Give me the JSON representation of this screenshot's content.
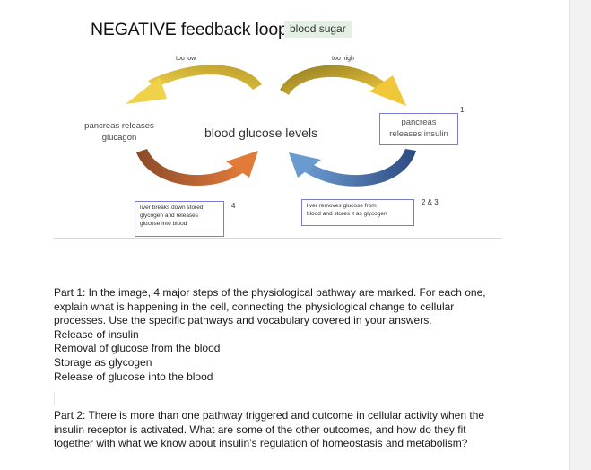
{
  "diagram": {
    "title": "NEGATIVE feedback loops:",
    "title_tag": "blood sugar",
    "too_low": "too low",
    "too_high": "too high",
    "pancreas_glucagon": [
      "pancreas releases",
      "glucagon"
    ],
    "center_label": "blood glucose levels",
    "pancreas_insulin": [
      "pancreas",
      "releases insulin"
    ],
    "liver_breaks_down": [
      "liver breaks down stored",
      "glycogen and releases",
      "glucose into blood"
    ],
    "liver_removes": [
      "liver removes glucose from",
      "blood and stores it as glycogen"
    ],
    "step_1": "1",
    "step_2_3": "2  &  3",
    "step_4": "4",
    "colors": {
      "top_left_arrow": "#e2c23c",
      "top_right_arrow": "#e0b830",
      "bottom_left_arrow": "#c86a3a",
      "bottom_right_arrow": "#4a6fa5",
      "box_border": "#7b7bd0",
      "tag_bg": "#e4f0e4"
    }
  },
  "part1": {
    "lines": [
      "Part 1: In the image, 4 major steps of the physiological pathway are marked. For each one,",
      "explain what is happening in the cell, connecting the physiological change to cellular",
      "processes. Use the specific pathways and vocabulary covered in your answers."
    ],
    "steps": [
      "Release of insulin",
      "Removal of glucose from the blood",
      "Storage as glycogen",
      "Release of glucose into the blood"
    ]
  },
  "part2": {
    "lines": [
      "Part 2: There is more than one pathway triggered and outcome in cellular activity when the",
      "insulin receptor is activated. What are some of the other outcomes, and how do they fit",
      "together with what we know about insulin’s regulation of homeostasis and metabolism?"
    ]
  }
}
